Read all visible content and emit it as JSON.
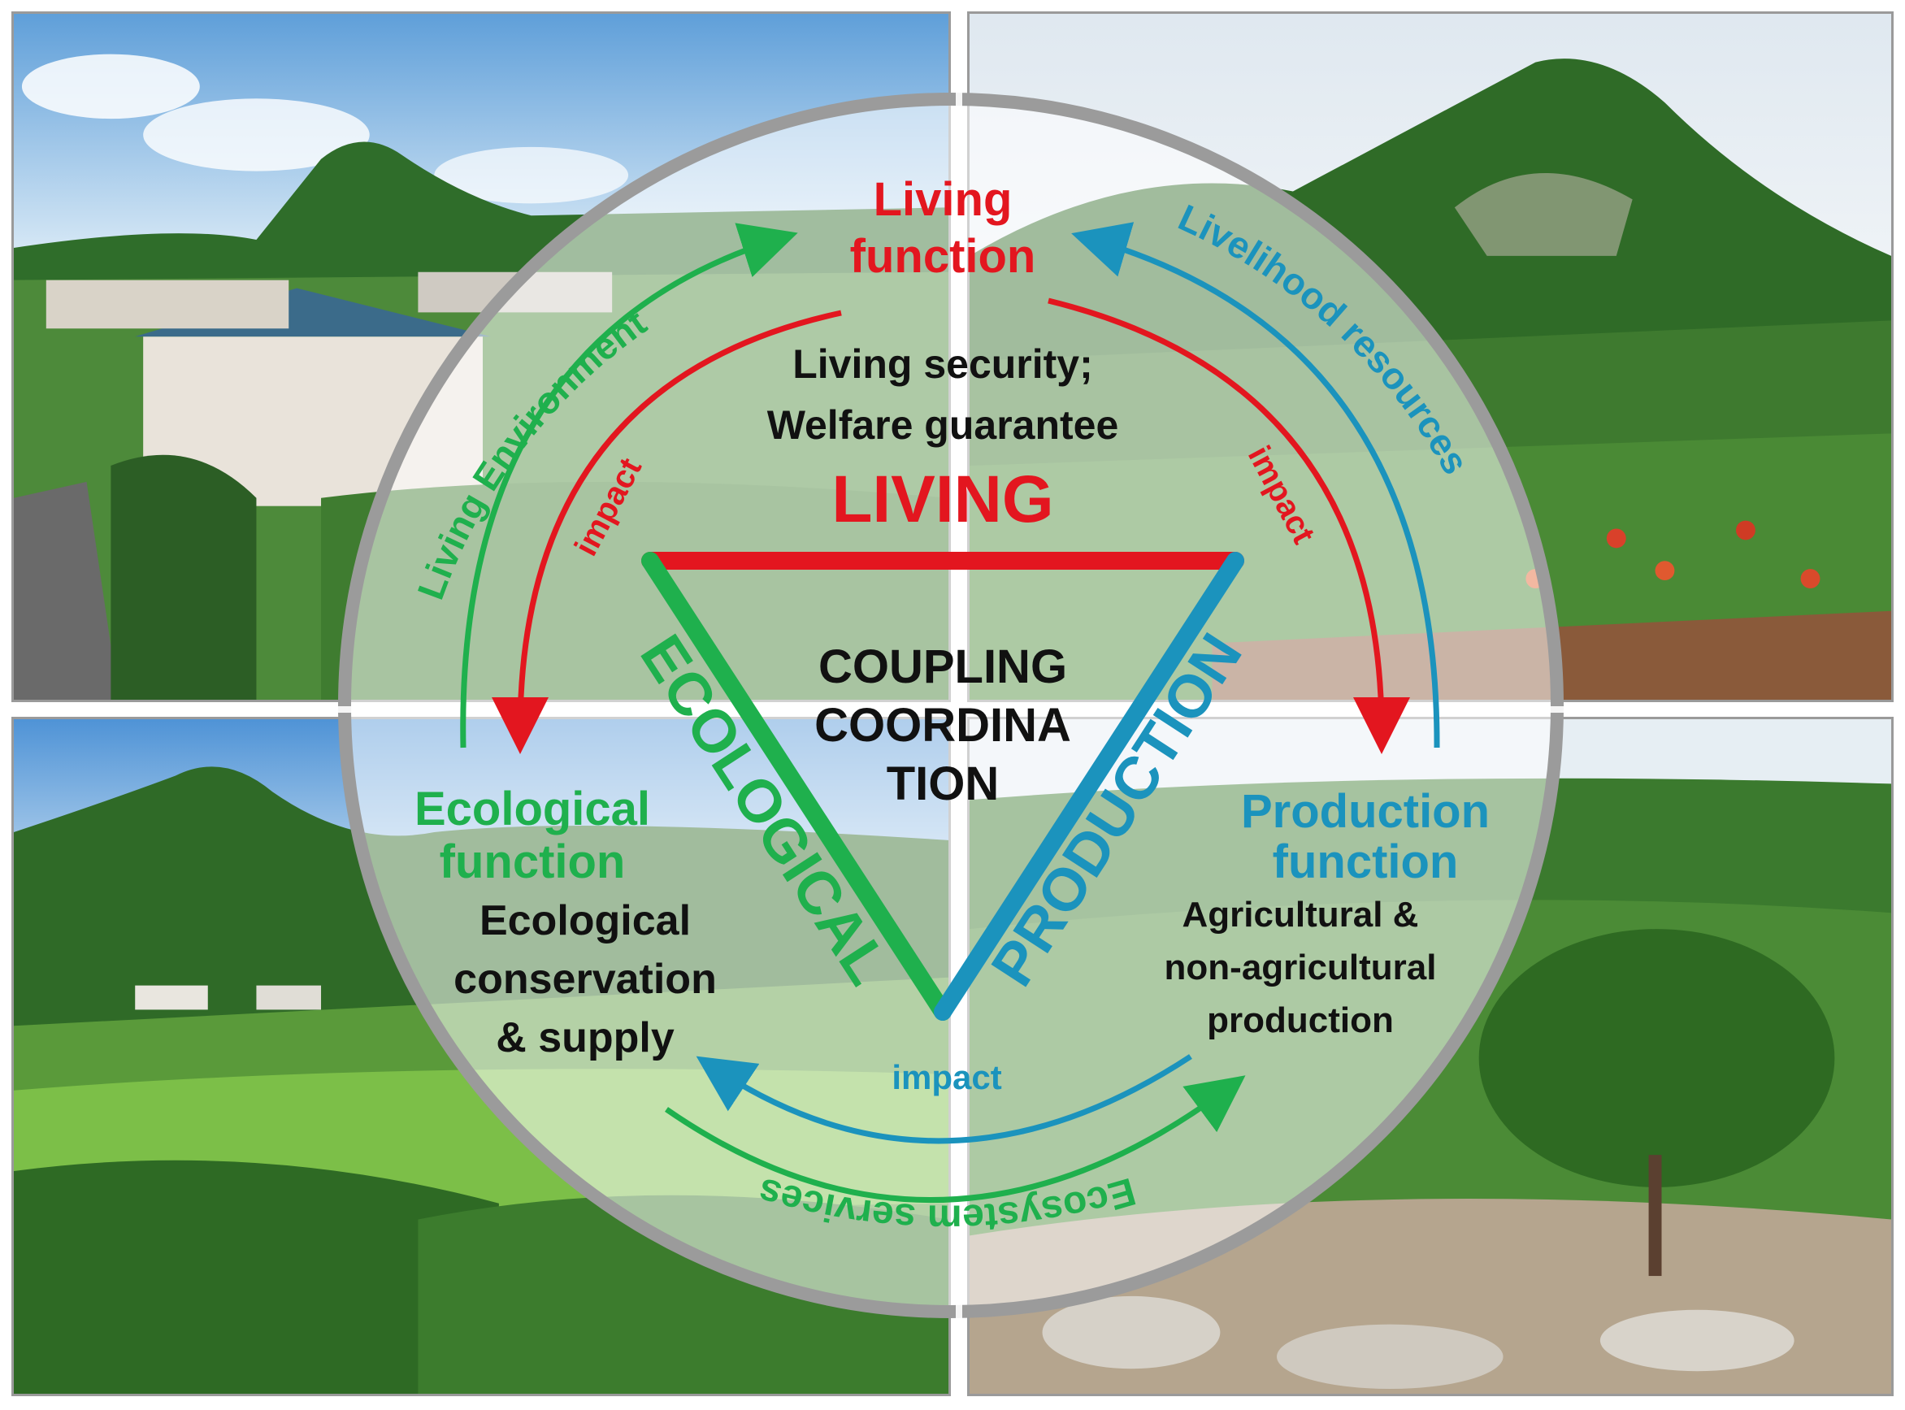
{
  "colors": {
    "living": "#e3161f",
    "ecological": "#1fb04d",
    "production": "#1b93bd",
    "text": "#111111",
    "ring": "#9b9b9b"
  },
  "photos": {
    "top_left": "village with houses and karst hill",
    "top_right": "tomato field at foot of karst mountain",
    "bottom_left": "green valley with forested hills",
    "bottom_right": "orchard on rocky karst slope"
  },
  "living": {
    "title_line1": "Living",
    "title_line2": "function",
    "desc_line1": "Living security;",
    "desc_line2": "Welfare guarantee",
    "label": "LIVING"
  },
  "ecological": {
    "title_line1": "Ecological",
    "title_line2": "function",
    "desc_line1": "Ecological",
    "desc_line2": "conservation",
    "desc_line3": "& supply",
    "label": "ECOLOGICAL"
  },
  "production": {
    "title_line1": "Production",
    "title_line2": "function",
    "desc_line1": "Agricultural  &",
    "desc_line2": "non-agricultural",
    "desc_line3": "production",
    "label": "PRODUCTION"
  },
  "center": {
    "line1": "COUPLING",
    "line2": "COORDINA",
    "line3": "TION"
  },
  "arrows": {
    "living_environment": "Living Environment",
    "livelihood_resources": "Livelihood resources",
    "ecosystem_services": "Ecosystem services",
    "impact_left": "impact",
    "impact_right": "impact",
    "impact_bottom": "impact"
  }
}
